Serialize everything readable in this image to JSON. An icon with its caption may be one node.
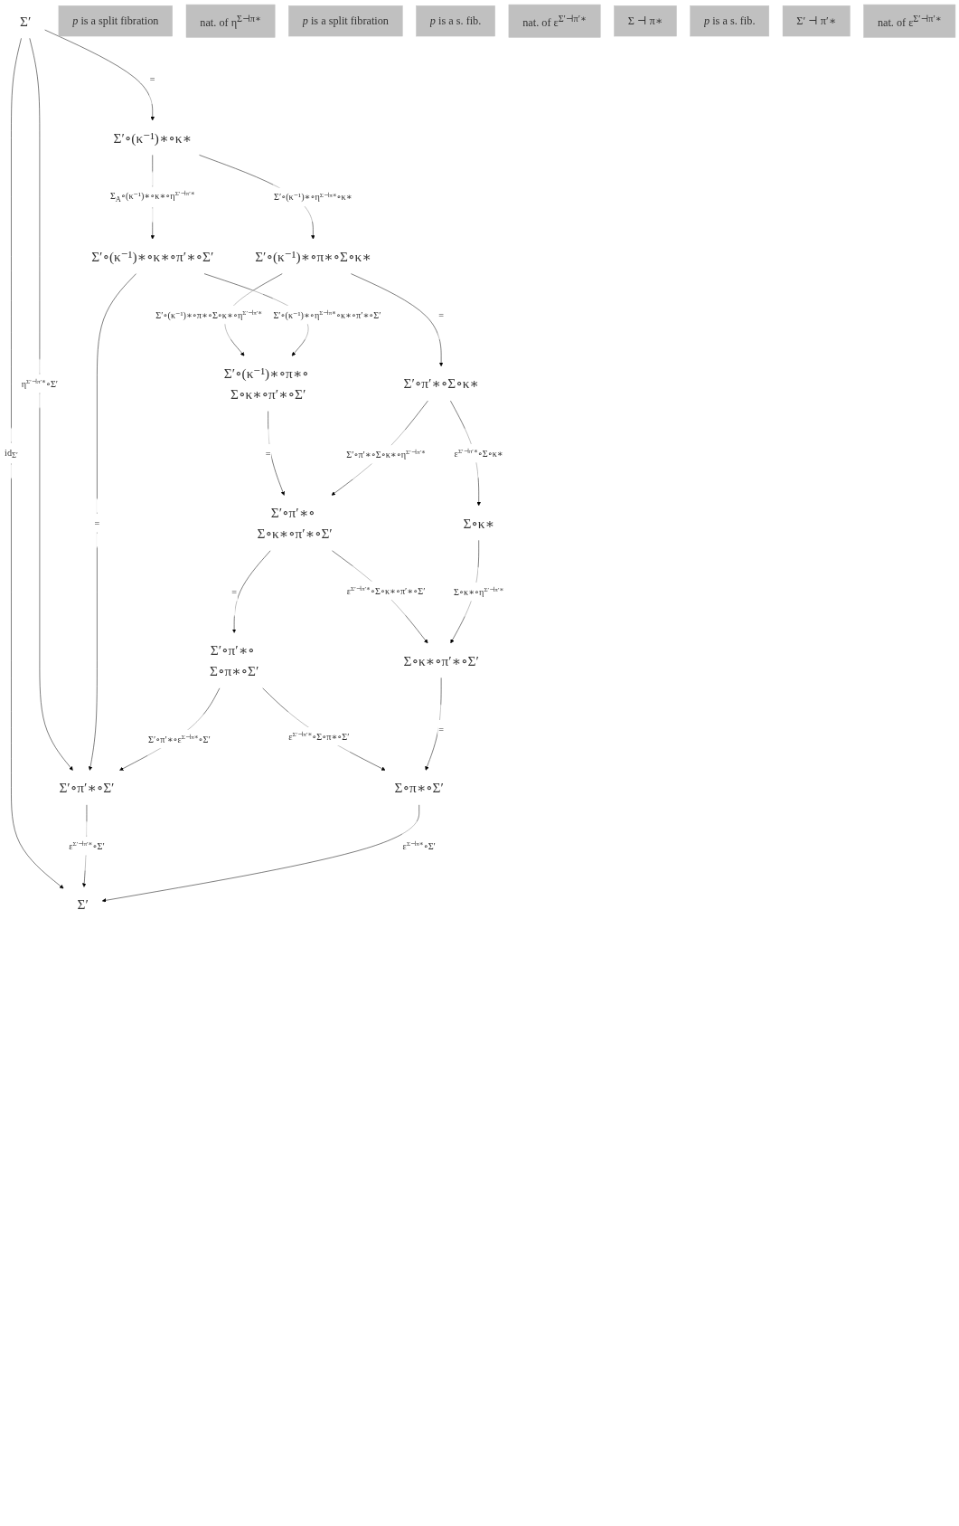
{
  "diagram": {
    "nodes": [
      {
        "text": [
          "Σ′"
        ]
      },
      {
        "text": [
          "Σ′∘(κ⁻¹)∗∘κ∗"
        ]
      },
      {
        "text": [
          "Σ′∘(κ⁻¹)∗∘π∗∘Σ∘κ∗"
        ]
      },
      {
        "text": [
          "*p* is a split fibration"
        ]
      },
      {
        "text": [
          "nat. of η$^{Σ⊣π∗}$"
        ]
      },
      {
        "text": [
          "Σ′∘(κ⁻¹)∗∘κ∗∘π′∗∘Σ′"
        ]
      },
      {
        "text": [
          "Σ′∘(κ⁻¹)∗∘π∗∘ Σ∘κ∗∘π′∗∘Σ′"
        ]
      },
      {
        "text": [
          "Σ′∘π′∗∘Σ∘κ∗"
        ]
      },
      {
        "text": [
          "*p* is a split fibration"
        ]
      },
      {
        "text": [
          "*p* is a s. fib."
        ]
      },
      {
        "text": [
          "nat. of ε$^{Σ′⊣π′∗}$"
        ]
      },
      {
        "text": [
          "Σ′∘π′∗∘ Σ∘κ∗∘π′∗∘Σ′"
        ]
      },
      {
        "text": [
          "Σ∘κ∗"
        ]
      },
      {
        "text": [
          "Σ ⊣ π∗"
        ]
      },
      {
        "text": [
          "*p* is a s. fib."
        ]
      },
      {
        "text": [
          "Σ′∘π′∗∘ Σ∘π∗∘Σ′"
        ]
      },
      {
        "text": [
          "Σ′ ⊣ π′∗"
        ]
      },
      {
        "text": [
          "Σ′∘π′∗∘Σ′"
        ]
      },
      {
        "text": [
          "Σ∘κ∗∘π′∗∘Σ′"
        ]
      },
      {
        "text": [
          "nat. of ε$^{Σ′⊣π′∗}$"
        ]
      },
      {
        "text": [
          "Σ′"
        ]
      },
      {
        "text": [
          "Σ∘π∗∘Σ′"
        ]
      }
    ],
    "edges": [
      {
        "from": 0,
        "to": 1,
        "arrow": "to",
        "label": "="
      },
      {
        "from": 1,
        "to": 2,
        "arrow": "to",
        "label": "Σ′∘(κ⁻¹)∗∘η$^{Σ⊣π∗}$∘κ∗"
      },
      {
        "from": 1,
        "to": 5,
        "arrow": "to",
        "label": "Σ$_{A}$∘(κ⁻¹)∗∘κ∗∘η$^{Σ′⊣π′∗}$"
      },
      {
        "from": 0,
        "to": 17,
        "arrow": "to",
        "label": "η$^{Σ′⊣π′∗}$∘Σ′"
      },
      {
        "from": 0,
        "to": 20,
        "arrow": "to",
        "label": "id$_{Σ′}$"
      },
      {
        "from": 2,
        "to": 6,
        "arrow": "to",
        "label": "Σ′∘(κ⁻¹)∗∘π∗∘Σ∘κ∗∘η$^{Σ′⊣π′∗}$"
      },
      {
        "from": 2,
        "to": 7,
        "arrow": "to",
        "label": "="
      },
      {
        "from": 5,
        "to": 6,
        "arrow": "to",
        "label": "Σ′∘(κ⁻¹)∗∘η$^{Σ⊣π∗}$∘κ∗∘π′∗∘Σ′"
      },
      {
        "from": 5,
        "to": 17,
        "arrow": "to",
        "label": "="
      },
      {
        "from": 6,
        "to": 11,
        "arrow": "to",
        "label": "="
      },
      {
        "from": 7,
        "to": 11,
        "arrow": "to",
        "label": "Σ′∘π′∗∘Σ∘κ∗∘η$^{Σ′⊣π′∗}$"
      },
      {
        "from": 7,
        "to": 12,
        "arrow": "to",
        "label": "ε$^{Σ′⊣π′∗}$∘Σ∘κ∗"
      },
      {
        "from": 11,
        "to": 15,
        "arrow": "to",
        "label": "="
      },
      {
        "from": 11,
        "to": 18,
        "arrow": "to",
        "label": "ε$^{Σ′⊣π′∗}$∘Σ∘κ∗∘π′∗∘Σ′"
      },
      {
        "from": 12,
        "to": 18,
        "arrow": "to",
        "label": "Σ∘κ∗∘η$^{Σ′⊣π′∗}$"
      },
      {
        "from": 15,
        "to": 17,
        "arrow": "to",
        "label": "Σ′∘π′∗∘ε$^{Σ⊣π∗}$∘Σ′"
      },
      {
        "from": 15,
        "to": 21,
        "arrow": "to",
        "label": "ε$^{Σ′⊣π′∗}$∘Σ∘π∗∘Σ′"
      },
      {
        "from": 17,
        "to": 20,
        "arrow": "to",
        "label": "ε$^{Σ′⊣π′∗}$∘Σ′"
      },
      {
        "from": 18,
        "to": 21,
        "arrow": "to",
        "label": "="
      },
      {
        "from": 21,
        "to": 20,
        "arrow": "to",
        "label": "ε$^{Σ⊣π∗}$∘Σ′"
      }
    ]
  }
}
